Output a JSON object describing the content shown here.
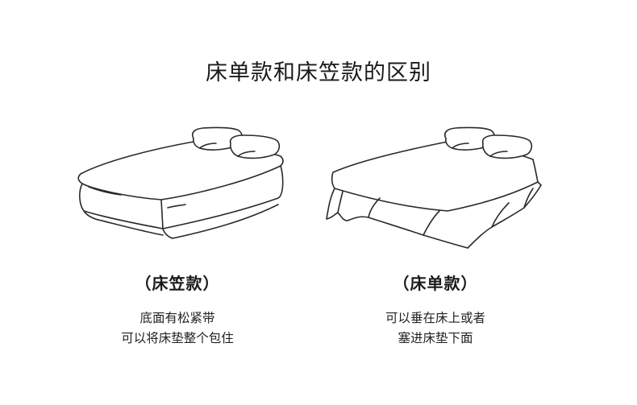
{
  "title": "床单款和床笠款的区别",
  "left": {
    "label": "（床笠款）",
    "desc": [
      "底面有松紧带",
      "可以将床垫整个包住"
    ],
    "illustration": "fitted-sheet-bed-illustration"
  },
  "right": {
    "label": "（床单款）",
    "desc": [
      "可以垂在床上或者",
      "塞进床垫下面"
    ],
    "illustration": "flat-sheet-bed-illustration"
  },
  "colors": {
    "line": "#2a2a2a",
    "text": "#1a1a1a",
    "background": "#ffffff"
  }
}
